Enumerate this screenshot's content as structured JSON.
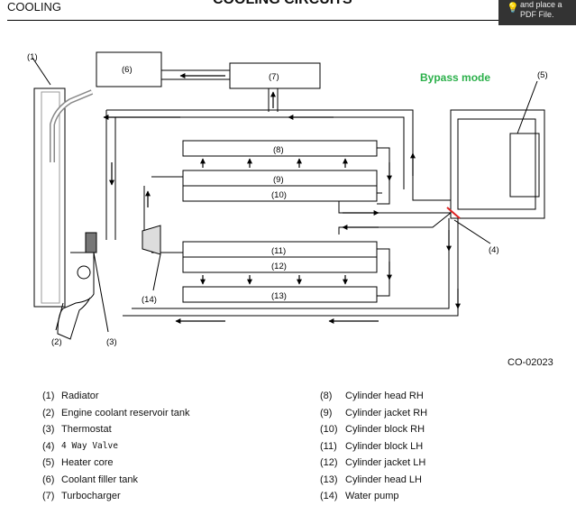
{
  "header": {
    "section": "COOLING",
    "title": "COOLING CIRCUITS"
  },
  "toast": {
    "line1": "and place a",
    "line2": "PDF File."
  },
  "diagram": {
    "mode_label": "Bypass mode",
    "mode_color": "#2bb04a",
    "callouts": {
      "c1": "(1)",
      "c2": "(2)",
      "c3": "(3)",
      "c4": "(4)",
      "c5": "(5)",
      "c6": "(6)",
      "c7": "(7)",
      "c8": "(8)",
      "c9": "(9)",
      "c10": "(10)",
      "c11": "(11)",
      "c12": "(12)",
      "c13": "(13)",
      "c14": "(14)"
    },
    "code": "CO-02023"
  },
  "legend": {
    "left": [
      {
        "num": "(1)",
        "label": "Radiator"
      },
      {
        "num": "(2)",
        "label": "Engine coolant reservoir tank"
      },
      {
        "num": "(3)",
        "label": "Thermostat"
      },
      {
        "num": "(4)",
        "label": "4 Way Valve"
      },
      {
        "num": "(5)",
        "label": "Heater core"
      },
      {
        "num": "(6)",
        "label": "Coolant filler tank"
      },
      {
        "num": "(7)",
        "label": "Turbocharger"
      }
    ],
    "right": [
      {
        "num": "(8)",
        "label": "Cylinder head RH"
      },
      {
        "num": "(9)",
        "label": "Cylinder jacket RH"
      },
      {
        "num": "(10)",
        "label": "Cylinder block RH"
      },
      {
        "num": "(11)",
        "label": "Cylinder block LH"
      },
      {
        "num": "(12)",
        "label": "Cylinder jacket LH"
      },
      {
        "num": "(13)",
        "label": "Cylinder head LH"
      },
      {
        "num": "(14)",
        "label": "Water pump"
      }
    ]
  }
}
